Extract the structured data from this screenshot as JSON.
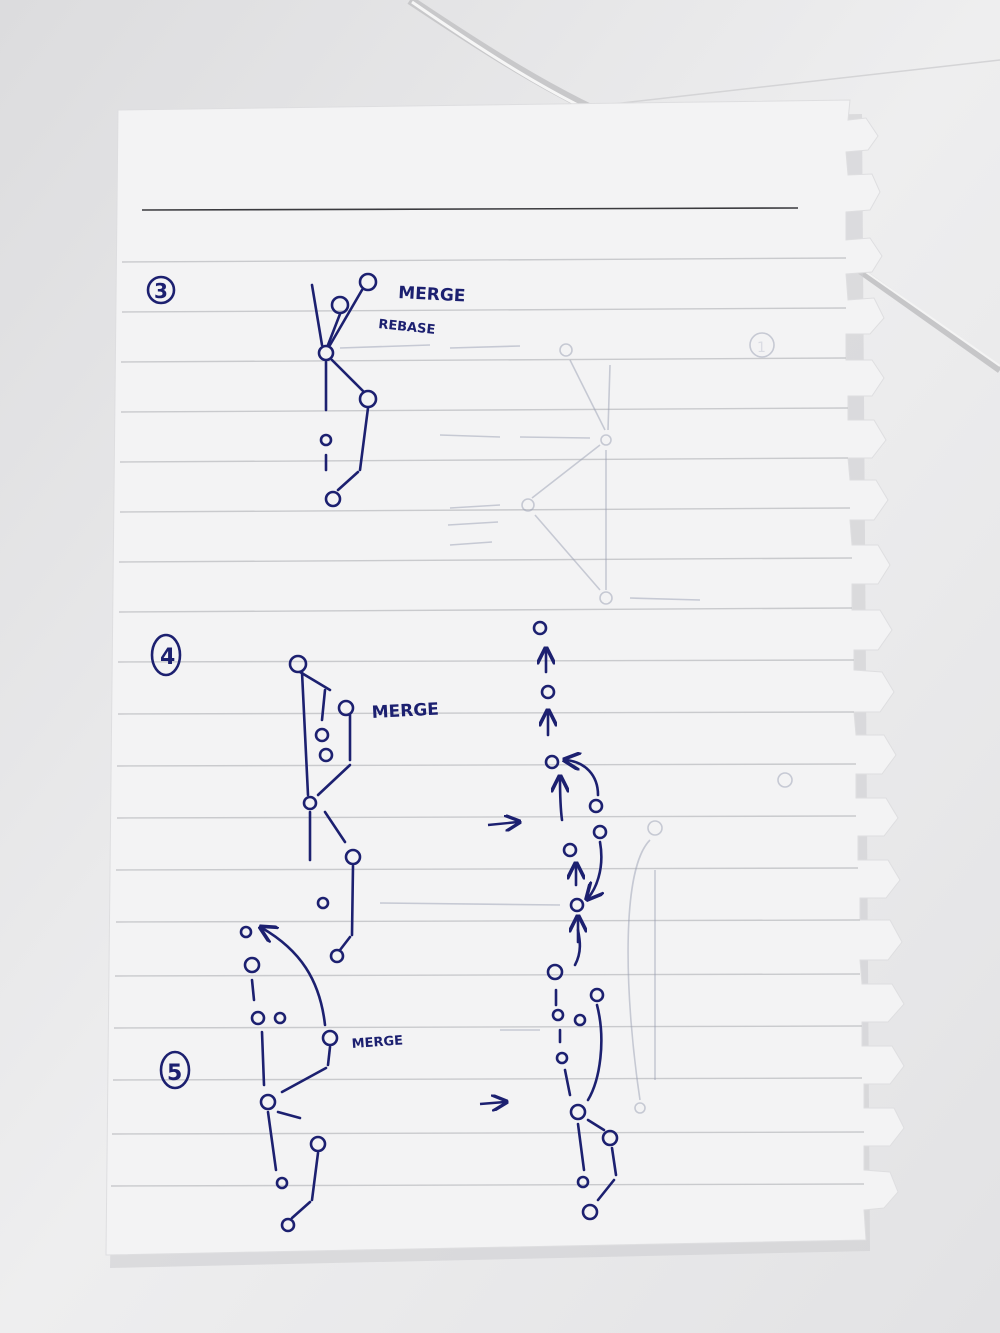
{
  "photo": {
    "background_color": "#e9e9ea",
    "paper_color": "#f3f3f4",
    "ink_color": "#1c2070",
    "ghost_ink_color": "#9aa0b4",
    "rule_color": "#c9cacd"
  },
  "sketches": {
    "s3": {
      "number": "3",
      "label_merge": "MERGE",
      "label_rebase": "REBASE"
    },
    "s4": {
      "number": "4",
      "label_merge": "MERGE"
    },
    "s5": {
      "number": "5",
      "label_merge": "MERGE"
    }
  }
}
